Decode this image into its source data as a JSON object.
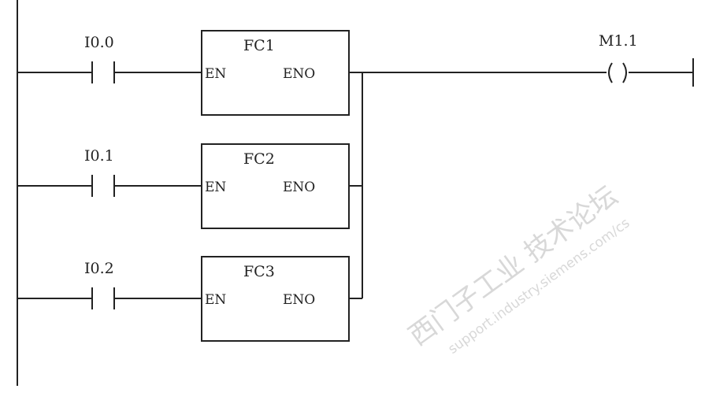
{
  "rungs": [
    {
      "contact": "I0.0",
      "block": "FC1",
      "input": "EN",
      "output": "ENO"
    },
    {
      "contact": "I0.1",
      "block": "FC2",
      "input": "EN",
      "output": "ENO"
    },
    {
      "contact": "I0.2",
      "block": "FC3",
      "input": "EN",
      "output": "ENO"
    }
  ],
  "coil": {
    "address": "M1.1",
    "symbol": "( )"
  },
  "watermark": {
    "text_cn": "西门子工业 技术论坛",
    "url": "support.industry.siemens.com/cs"
  }
}
